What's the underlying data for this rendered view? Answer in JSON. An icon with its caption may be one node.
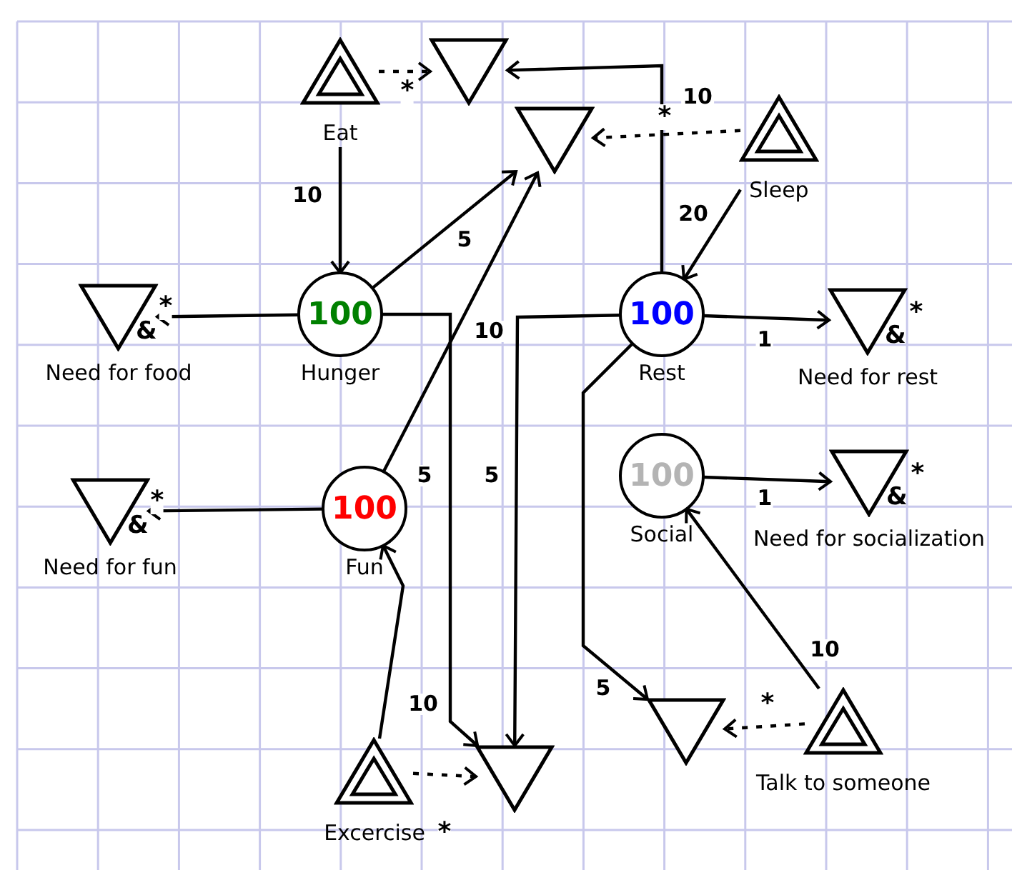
{
  "diagram": {
    "nodes": [
      {
        "text": [
          "Eat"
        ]
      },
      {
        "text": [],
        "shape": "triangle"
      },
      {
        "text": [],
        "shape": "triangle"
      },
      {
        "text": [
          "Sleep"
        ]
      },
      {
        "text": [
          "Need for food"
        ],
        "beside": [
          "&"
        ]
      },
      {
        "text": [
          "100",
          "Hunger"
        ]
      },
      {
        "text": [
          "100",
          "Rest"
        ]
      },
      {
        "text": [
          "Need for rest"
        ],
        "beside": [
          "&"
        ]
      },
      {
        "text": [
          "Need for fun"
        ],
        "beside": [
          "&"
        ]
      },
      {
        "text": [
          "100",
          "Fun"
        ]
      },
      {
        "text": [
          "100",
          "Social"
        ]
      },
      {
        "text": [
          "Need for socialization"
        ],
        "beside": [
          "&"
        ]
      },
      {
        "text": [],
        "shape": "triangle"
      },
      {
        "text": [],
        "shape": "triangle"
      },
      {
        "text": [
          "Talk to someone"
        ]
      },
      {
        "text": [
          "Excercise"
        ]
      }
    ],
    "edges": [
      {
        "from": 0,
        "to": 1,
        "arrow": "to",
        "style": "dashed"
      },
      {
        "from": 0,
        "to": 5,
        "arrow": "to",
        "label": "10"
      },
      {
        "from": 5,
        "to": 4,
        "arrow": "to"
      },
      {
        "from": 5,
        "to": 2,
        "arrow": "to",
        "label": "5"
      },
      {
        "from": 5,
        "to": 12,
        "arrow": "to",
        "label": "5"
      },
      {
        "from": 3,
        "to": 2,
        "arrow": "to",
        "style": "dashed"
      },
      {
        "from": 3,
        "to": 6,
        "arrow": "to",
        "label": "20"
      },
      {
        "from": 6,
        "to": 1,
        "arrow": "to",
        "label": "10"
      },
      {
        "from": 6,
        "to": 7,
        "arrow": "to",
        "label": "1"
      },
      {
        "from": 6,
        "to": 12,
        "arrow": "to",
        "label": "5"
      },
      {
        "from": 6,
        "to": 13,
        "arrow": "to",
        "label": "5"
      },
      {
        "from": 9,
        "to": 8,
        "arrow": "to"
      },
      {
        "from": 9,
        "to": 2,
        "arrow": "to",
        "label": "10"
      },
      {
        "from": 10,
        "to": 11,
        "arrow": "to",
        "label": "1"
      },
      {
        "from": 14,
        "to": 10,
        "arrow": "to",
        "label": "10"
      },
      {
        "from": 14,
        "to": 13,
        "arrow": "to",
        "style": "dashed"
      },
      {
        "from": 15,
        "to": 9,
        "arrow": "to",
        "label": "10"
      },
      {
        "from": 15,
        "to": 12,
        "arrow": "to",
        "style": "dashed"
      }
    ],
    "labels": [
      "*",
      "*",
      "*",
      "*",
      "*",
      "*",
      "*",
      "*"
    ]
  }
}
